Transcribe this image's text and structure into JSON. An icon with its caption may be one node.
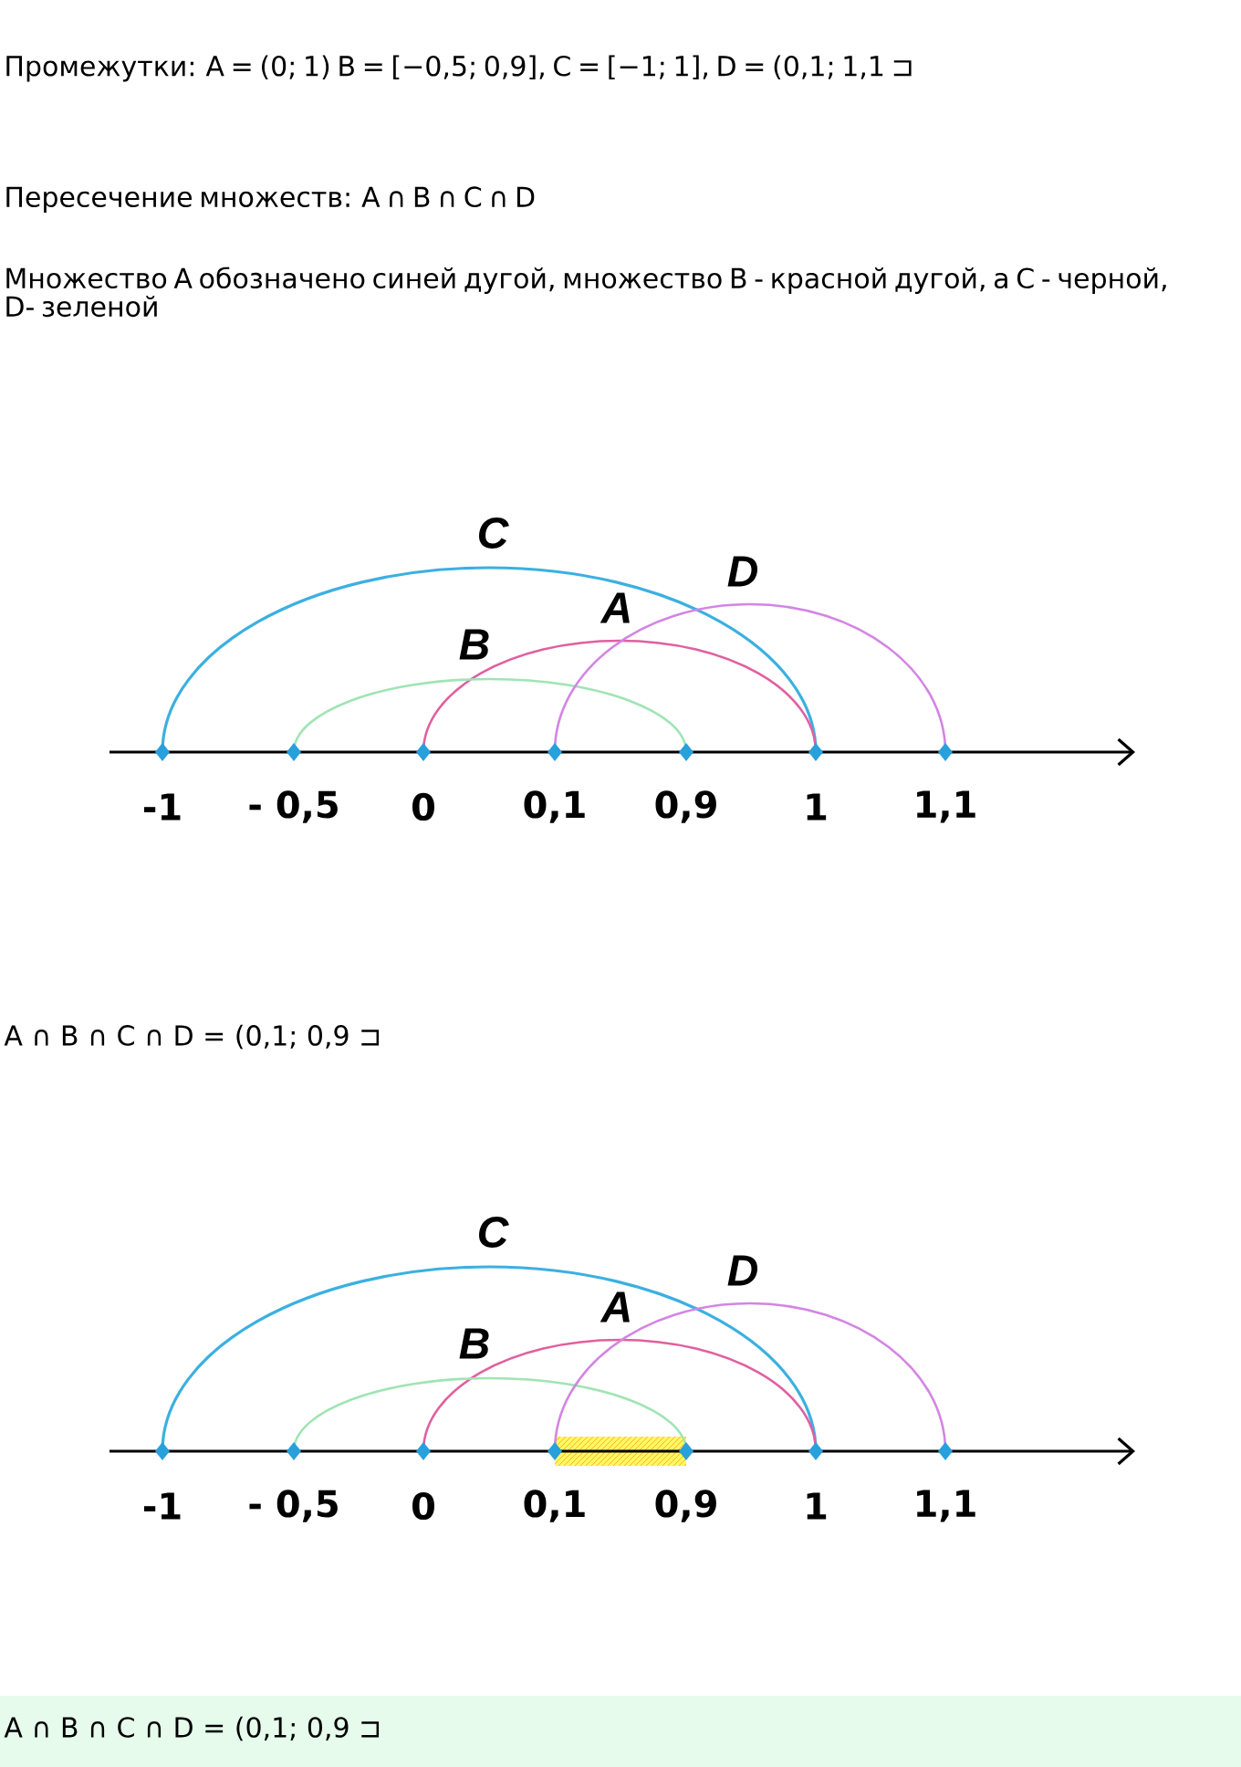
{
  "diagram": {
    "labels": [
      "Промежутки: A = (0; 1) B = [−0,5; 0,9], C = [−1; 1], D = (0,1; 1,1 ⊐",
      "Пересечение множеств: A ∩ B ∩ C ∩ D",
      "Множество A обозначено синей дугой, множество B - красной дугой, а C - черной, D- зеленой",
      "C",
      "A",
      "B",
      "D",
      "-1",
      "- 0,5",
      "0",
      "0,1",
      "0,9",
      "1",
      "1,1",
      "A ∩ B ∩ C ∩ D = (0,1; 0,9 ⊐",
      "C",
      "A",
      "B",
      "D",
      "-1",
      "- 0,5",
      "0",
      "0,1",
      "0,9",
      "1",
      "1,1",
      "A ∩ B ∩ C ∩ D = (0,1; 0,9 ⊐"
    ]
  }
}
